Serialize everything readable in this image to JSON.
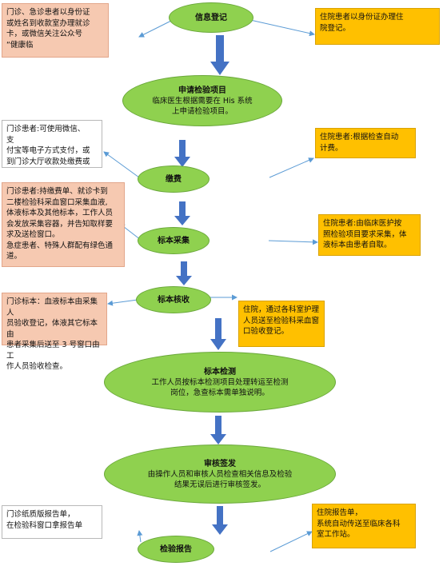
{
  "steps": [
    {
      "title": "信息登记",
      "desc": ""
    },
    {
      "title": "申请检验项目",
      "desc": "临床医生根据需要在 His 系统\n上申请检验项目。"
    },
    {
      "title": "缴费",
      "desc": ""
    },
    {
      "title": "标本采集",
      "desc": ""
    },
    {
      "title": "标本核收",
      "desc": ""
    },
    {
      "title": "标本检测",
      "desc": "工作人员按标本检测项目处理转运至检测\n岗位，急查标本需单独说明。"
    },
    {
      "title": "审核签发",
      "desc": "由操作人员和审核人员检查相关信息及检验\n结果无误后进行审核签发。"
    },
    {
      "title": "检验报告",
      "desc": ""
    }
  ],
  "notes": {
    "outpatient_register": "门诊、急诊患者以身份证\n或姓名到收款室办理就诊\n卡，或微信关注公众号\n“健康临",
    "inpatient_register": "住院患者以身份证办理住\n院登记。",
    "outpatient_payment": "门诊患者:可使用微信、\n支\n付宝等电子方式支付，或\n到门诊大厅收款处缴费或",
    "inpatient_payment": "住院患者:根据检查自动\n计费。",
    "outpatient_collection": "门诊患者:持缴费单、就诊卡到\n二楼检验科采血窗口采集血液,\n体液标本及其他标本，工作人员\n会发放采集容器，并告知取样要\n求及送检窗口。\n急症患者、特殊人群配有绿色通\n道。",
    "inpatient_collection": "住院患者:由临床医护按\n照检验项目要求采集，体\n液标本由患者自取。",
    "outpatient_receipt": "门诊标本：血液标本由采集人\n员验收登记，体液其它标本由\n患者采集后送至 3 号窗口由工\n作人员验收检查。",
    "inpatient_receipt": "住院，通过各科室护理\n人员送至检验科采血窗\n口验收登记。",
    "outpatient_report": "门诊纸质版报告单，\n在检验科窗口拿报告单",
    "inpatient_report": "住院报告单，\n系统自动传送至临床各科\n室工作站。"
  },
  "colors": {
    "ellipse_fill": "#8fd14f",
    "ellipse_border": "#6aa83a",
    "outpatient_box": "#f6c9b1",
    "inpatient_box": "#ffc000",
    "flow_arrow": "#4472c4",
    "connector": "#5b9bd5"
  }
}
